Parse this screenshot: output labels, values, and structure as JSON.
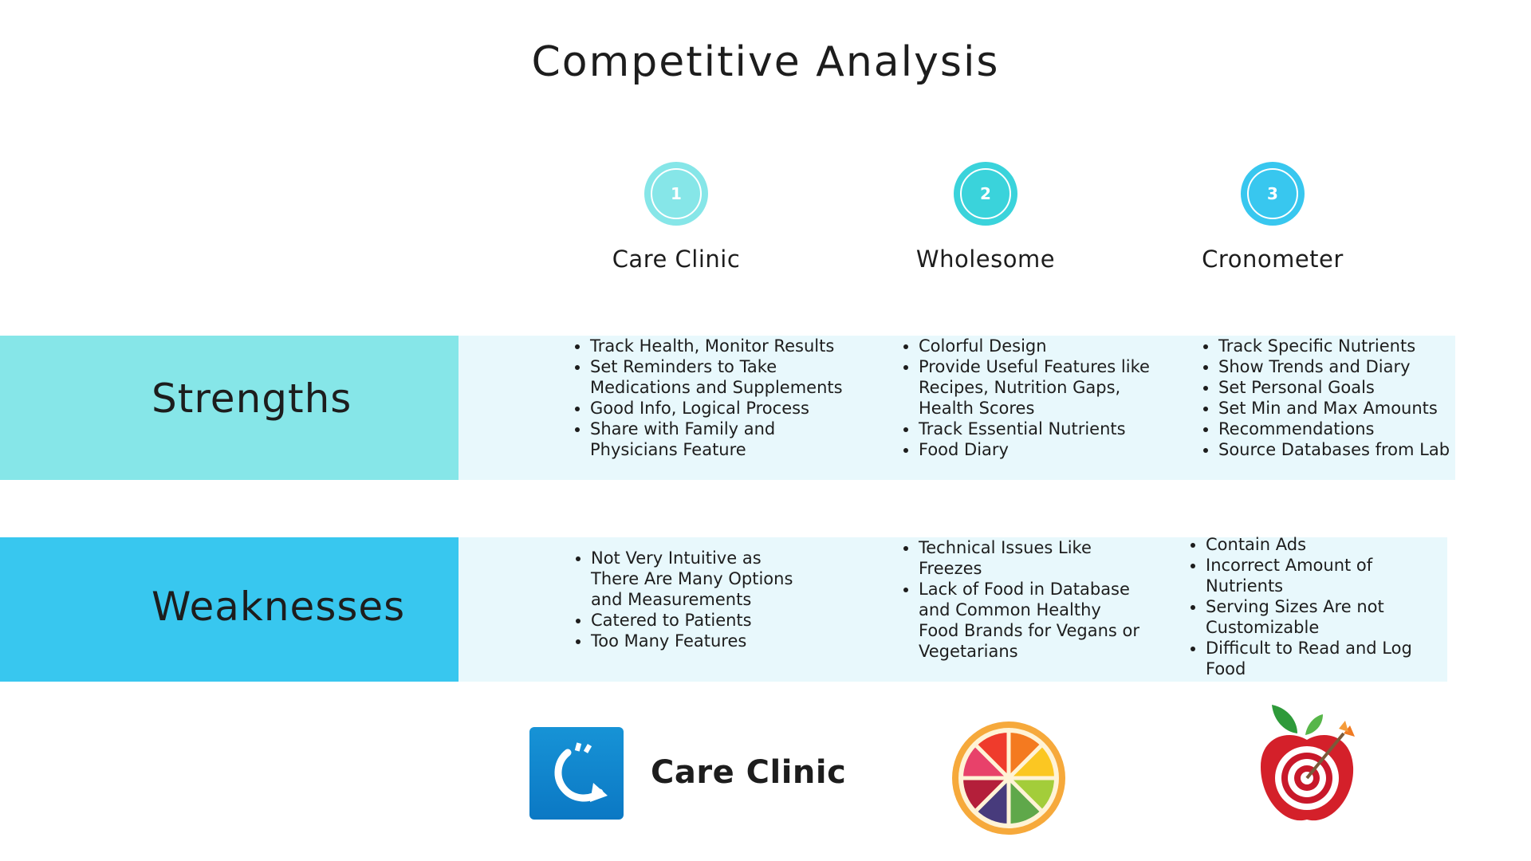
{
  "page": {
    "title": "Competitive Analysis"
  },
  "colors": {
    "strengths_band": "#86e6e8",
    "weaknesses_band": "#38c7ef",
    "cell_bg": "#e8f8fc",
    "circle1": "#86e6e8",
    "circle2": "#3ad3db",
    "circle3": "#38c7ef"
  },
  "competitors": [
    {
      "number": "1",
      "name": "Care Clinic"
    },
    {
      "number": "2",
      "name": "Wholesome"
    },
    {
      "number": "3",
      "name": "Cronometer"
    }
  ],
  "rows": {
    "strengths": {
      "label": "Strengths",
      "cells": [
        [
          "Track Health, Monitor Results",
          "Set Reminders to Take Medications and Supplements",
          "Good Info, Logical Process",
          "Share with Family and Physicians Feature"
        ],
        [
          "Colorful Design",
          "Provide Useful Features like Recipes, Nutrition Gaps, Health Scores",
          "Track Essential Nutrients",
          "Food Diary"
        ],
        [
          "Track Specific Nutrients",
          "Show Trends and Diary",
          "Set Personal Goals",
          "Set Min and Max Amounts",
          "Recommendations",
          "Source Databases from Lab"
        ]
      ]
    },
    "weaknesses": {
      "label": "Weaknesses",
      "cells": [
        [
          "Not Very Intuitive as There Are Many Options and Measurements",
          "Catered to Patients",
          "Too Many Features"
        ],
        [
          "Technical Issues Like Freezes",
          "Lack of Food in Database and Common Healthy Food Brands for Vegans or Vegetarians"
        ],
        [
          "Contain Ads",
          "Incorrect Amount of Nutrients",
          "Serving Sizes Are not Customizable",
          " Difficult to Read and Log Food"
        ]
      ]
    }
  },
  "logos": {
    "careclinic_text": "Care Clinic",
    "careclinic_icon": "careclinic-refresh-arrow",
    "wholesome_icon": "citrus-slice",
    "cronometer_icon": "apple-target-dart"
  }
}
